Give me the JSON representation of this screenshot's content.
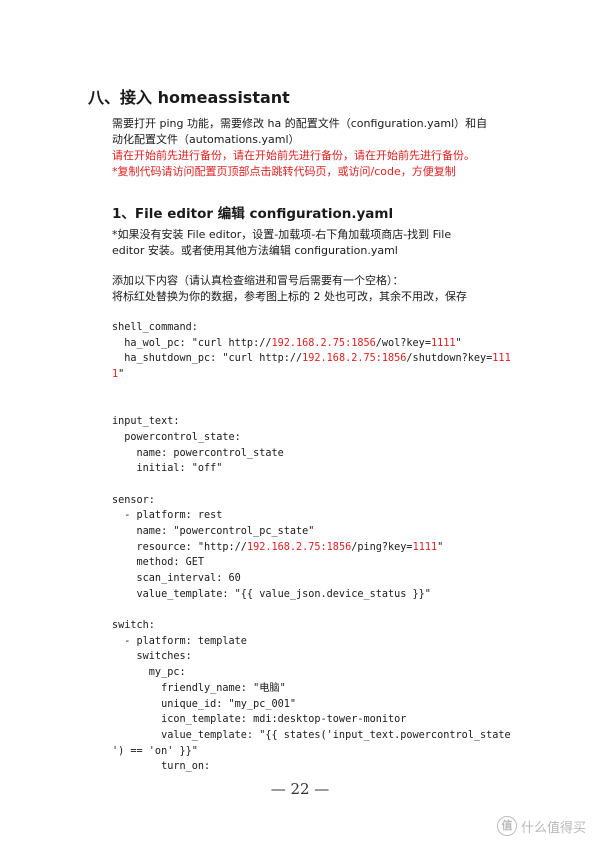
{
  "section_title": "八、接入 homeassistant",
  "intro": {
    "line1": "需要打开 ping 功能，需要修改 ha 的配置文件（configuration.yaml）和自",
    "line2": "动化配置文件（automations.yaml）",
    "warning": "请在开始前先进行备份，请在开始前先进行备份，请在开始前先进行备份。",
    "note": "*复制代码请访问配置页顶部点击跳转代码页，或访问/code，方便复制"
  },
  "step_title": "1、File editor 编辑 configuration.yaml",
  "step_note": {
    "line1": "*如果没有安装 File editor，设置-加载项-右下角加载项商店-找到 File",
    "line2": "editor 安装。或者使用其他方法编辑 configuration.yaml"
  },
  "instructions": {
    "line1": "添加以下内容（请认真检查缩进和冒号后需要有一个空格）：",
    "line2": "将标红处替换为你的数据，参考图上标的 2 处也可改，其余不用改，保存"
  },
  "code_lines": [
    [
      "shell_command:"
    ],
    [
      "  ha_wol_pc: \"curl http://",
      "192.168.2.75:1856",
      "/wol?key=",
      "1111",
      "\""
    ],
    [
      "  ha_shutdown_pc: \"curl http://",
      "192.168.2.75:1856",
      "/shutdown?key=",
      "111"
    ],
    [
      "",
      "1",
      "\""
    ],
    [
      ""
    ],
    [
      ""
    ],
    [
      "input_text:"
    ],
    [
      "  powercontrol_state:"
    ],
    [
      "    name: powercontrol_state"
    ],
    [
      "    initial: \"off\""
    ],
    [
      ""
    ],
    [
      "sensor:"
    ],
    [
      "  - platform: rest"
    ],
    [
      "    name: \"powercontrol_pc_state\""
    ],
    [
      "    resource: \"http://",
      "192.168.2.75:1856",
      "/ping?key=",
      "1111",
      "\""
    ],
    [
      "    method: GET"
    ],
    [
      "    scan_interval: 60"
    ],
    [
      "    value_template: \"{{ value_json.device_status }}\""
    ],
    [
      ""
    ],
    [
      "switch:"
    ],
    [
      "  - platform: template"
    ],
    [
      "    switches:"
    ],
    [
      "      my_pc:"
    ],
    [
      "        friendly_name: \"电脑\""
    ],
    [
      "        unique_id: \"my_pc_001\""
    ],
    [
      "        icon_template: mdi:desktop-tower-monitor"
    ],
    [
      "        value_template: \"{{ states('input_text.powercontrol_state"
    ],
    [
      "') == 'on' }}\""
    ],
    [
      "        turn_on:"
    ]
  ],
  "page_number": "— 22 —",
  "watermark": {
    "logo_char": "值",
    "text": "什么值得买"
  },
  "colors": {
    "highlight": "#e02020"
  }
}
